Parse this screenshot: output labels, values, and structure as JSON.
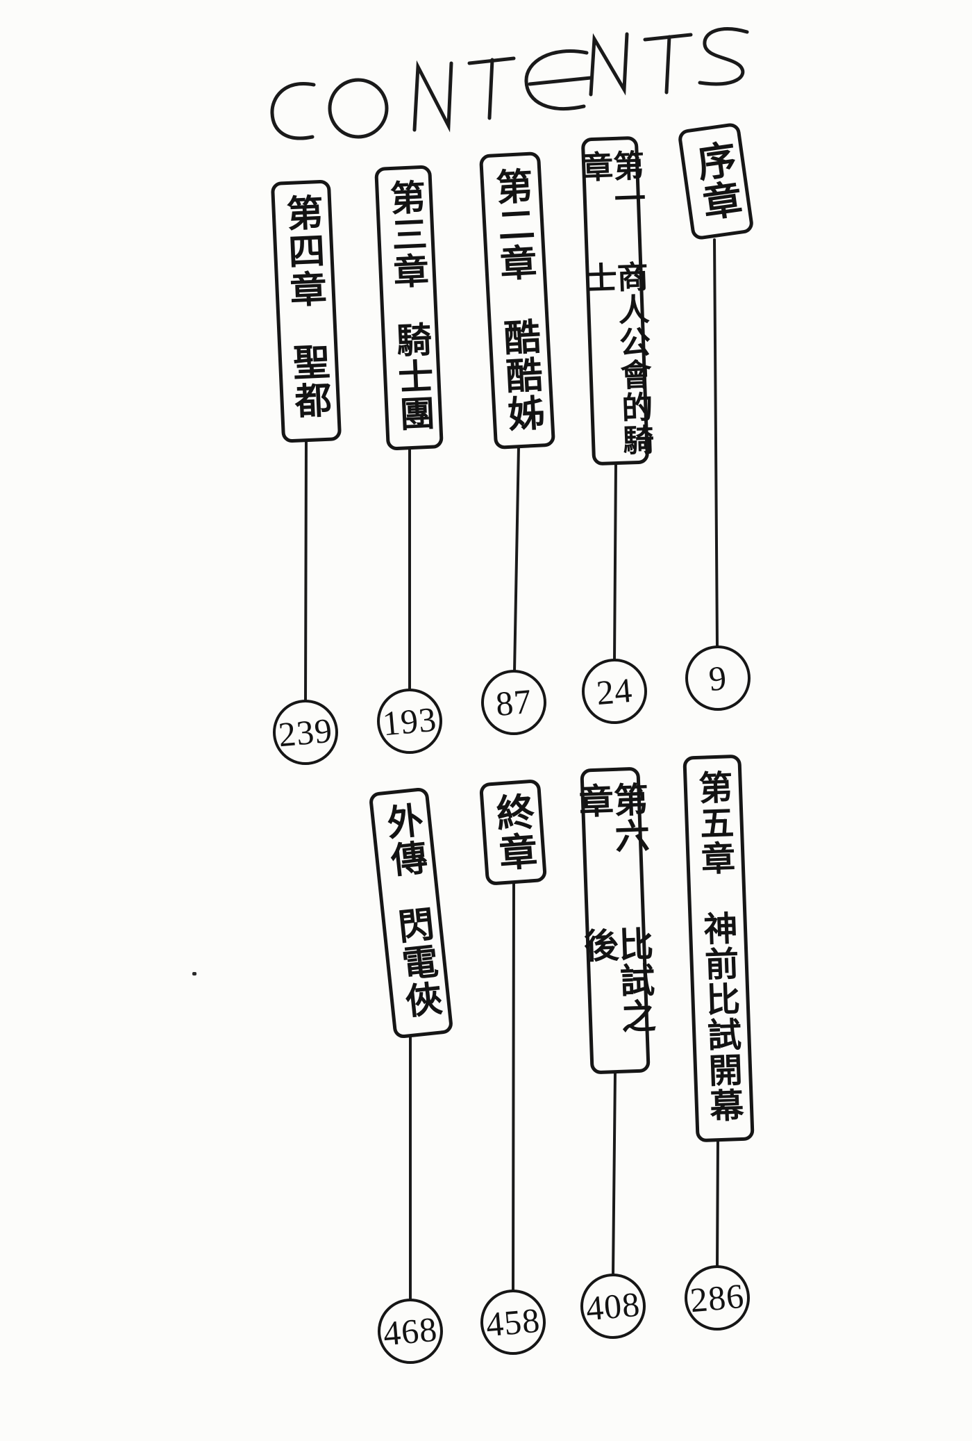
{
  "page": {
    "title": "CONTENTS",
    "background": "#fcfcfa",
    "ink": "#161616"
  },
  "entries": [
    {
      "chapter": "序章",
      "title": "",
      "page": "9"
    },
    {
      "chapter": "第一章",
      "title": "商人公會的騎士",
      "page": "24"
    },
    {
      "chapter": "第二章",
      "title": "酷酷姊",
      "page": "87"
    },
    {
      "chapter": "第三章",
      "title": "騎士團",
      "page": "193"
    },
    {
      "chapter": "第四章",
      "title": "聖都",
      "page": "239"
    },
    {
      "chapter": "第五章",
      "title": "神前比試開幕",
      "page": "286"
    },
    {
      "chapter": "第六章",
      "title": "比試之後",
      "page": "408"
    },
    {
      "chapter": "終章",
      "title": "",
      "page": "458"
    },
    {
      "chapter": "外傳",
      "title": "閃電俠",
      "page": "468"
    }
  ]
}
